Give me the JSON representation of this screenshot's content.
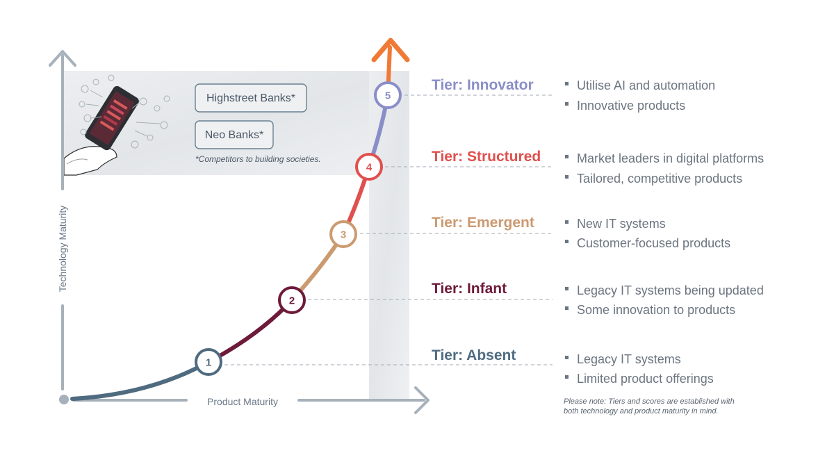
{
  "axes": {
    "y_label": "Technology Maturity",
    "x_label": "Product Maturity"
  },
  "competitors": {
    "boxes": [
      "Highstreet Banks*",
      "Neo Banks*"
    ],
    "footnote": "*Competitors to building societies."
  },
  "tiers": [
    {
      "num": "1",
      "title": "Tier: Absent",
      "color": "#4f6b80",
      "bullets": [
        "Legacy IT systems",
        "Limited product offerings"
      ]
    },
    {
      "num": "2",
      "title": "Tier: Infant",
      "color": "#6e1a3a",
      "bullets": [
        "Legacy IT systems being updated",
        "Some innovation to products"
      ]
    },
    {
      "num": "3",
      "title": "Tier: Emergent",
      "color": "#cc9a70",
      "bullets": [
        "New IT systems",
        "Customer-focused products"
      ]
    },
    {
      "num": "4",
      "title": "Tier: Structured",
      "color": "#e0504e",
      "bullets": [
        "Market leaders in digital platforms",
        "Tailored, competitive products"
      ]
    },
    {
      "num": "5",
      "title": "Tier: Innovator",
      "color": "#8a8ec8",
      "bullets": [
        "Utilise AI and automation",
        "Innovative products"
      ]
    }
  ],
  "arrow_color": "#f07a35",
  "axis_color": "#a7b1bb",
  "note": [
    "Please note: Tiers and scores are established with",
    "both technology and product maturity in mind."
  ]
}
